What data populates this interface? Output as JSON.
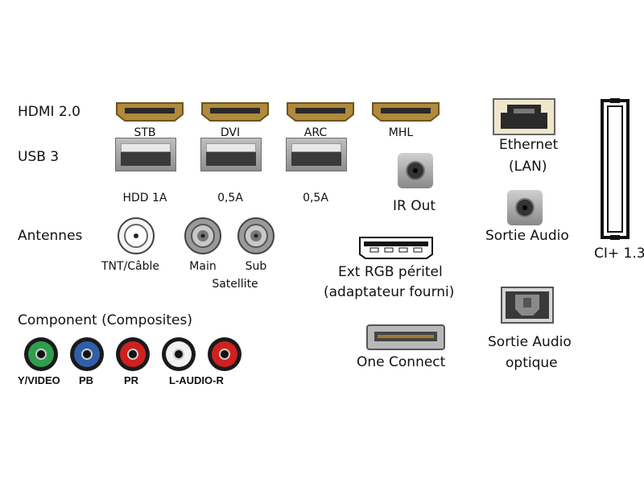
{
  "labels": {
    "hdmi": "HDMI 2.0",
    "usb": "USB 3",
    "antennes": "Antennes",
    "component": "Component (Composites)",
    "ethernet_line1": "Ethernet",
    "ethernet_line2": "(LAN)",
    "ir_out": "IR Out",
    "sortie_audio": "Sortie Audio",
    "ext_rgb_line1": "Ext RGB péritel",
    "ext_rgb_line2": "(adaptateur fourni)",
    "one_connect": "One Connect",
    "optique_line1": "Sortie Audio",
    "optique_line2": "optique",
    "ci": "CI+ 1.3"
  },
  "hdmi_ports": [
    "STB",
    "DVI",
    "ARC",
    "MHL"
  ],
  "usb_ports": [
    "HDD 1A",
    "0,5A",
    "0,5A"
  ],
  "antenna_ports": {
    "tnt": "TNT/Câble",
    "main": "Main",
    "sub": "Sub",
    "satellite": "Satellite"
  },
  "component_labels": {
    "yvideo": "Y/VIDEO",
    "pb": "PB",
    "pr": "PR",
    "audio": "L-AUDIO-R"
  },
  "colors": {
    "hdmi_gold": "#b08a3c",
    "rca_green": "#2e9e4e",
    "rca_blue": "#2f5fa8",
    "rca_red": "#d02020",
    "rca_white": "#f2f2f2"
  }
}
